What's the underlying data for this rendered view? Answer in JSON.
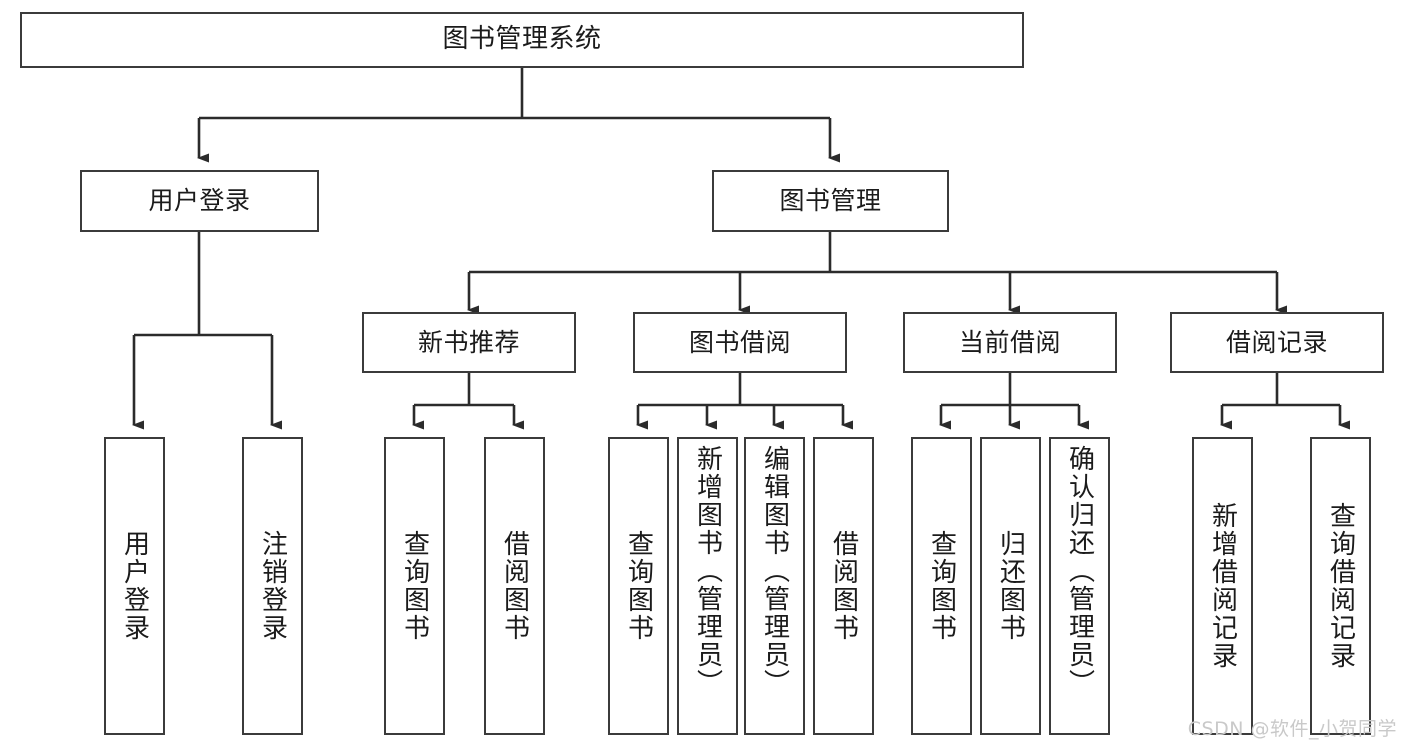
{
  "diagram": {
    "type": "tree-hierarchy-flowchart",
    "title": "图书管理系统",
    "watermark": "CSDN @软件_小贺同学",
    "colors": {
      "box_border": "#3b3b3b",
      "box_fill": "#ffffff",
      "connector": "#2b2b2b",
      "text": "#1b1b1b",
      "watermark": "#c9c9c9",
      "background": "#ffffff"
    },
    "levels": {
      "root": {
        "label": "图书管理系统"
      },
      "level2": [
        {
          "label": "用户登录"
        },
        {
          "label": "图书管理"
        }
      ],
      "level3": [
        {
          "label": "新书推荐"
        },
        {
          "label": "图书借阅"
        },
        {
          "label": "当前借阅"
        },
        {
          "label": "借阅记录"
        }
      ],
      "leaves": {
        "user_login": [
          {
            "label": "用户登录"
          },
          {
            "label": "注销登录"
          }
        ],
        "new_book_recommend": [
          {
            "label": "查询图书"
          },
          {
            "label": "借阅图书"
          }
        ],
        "book_borrow": [
          {
            "label": "查询图书"
          },
          {
            "label": "新增图书（管理员）"
          },
          {
            "label": "编辑图书（管理员）"
          },
          {
            "label": "借阅图书"
          }
        ],
        "current_borrow": [
          {
            "label": "查询图书"
          },
          {
            "label": "归还图书"
          },
          {
            "label": "确认归还（管理员）"
          }
        ],
        "borrow_record": [
          {
            "label": "新增借阅记录"
          },
          {
            "label": "查询借阅记录"
          }
        ]
      }
    }
  }
}
